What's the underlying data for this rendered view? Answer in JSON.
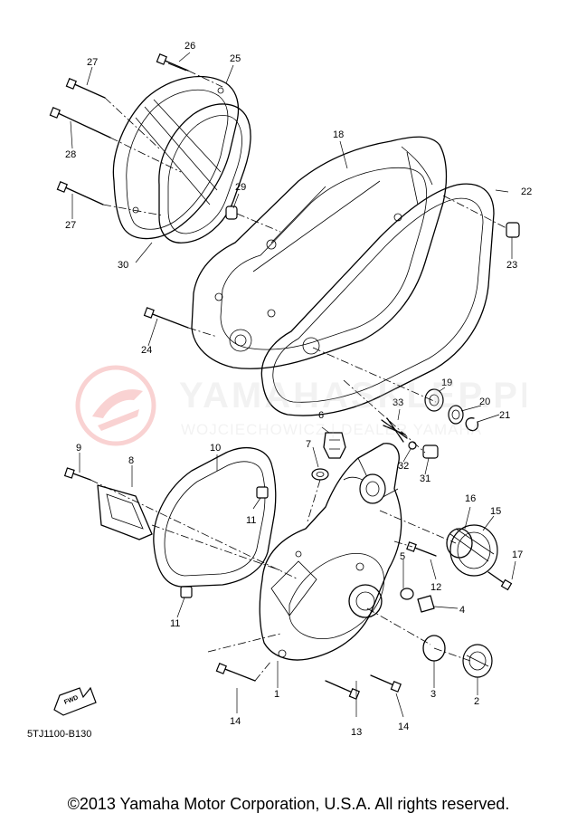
{
  "diagram": {
    "part_labels": [
      {
        "id": "p1",
        "text": "1"
      },
      {
        "id": "p2",
        "text": "2"
      },
      {
        "id": "p3",
        "text": "3"
      },
      {
        "id": "p4",
        "text": "4"
      },
      {
        "id": "p5",
        "text": "5"
      },
      {
        "id": "p6",
        "text": "6"
      },
      {
        "id": "p7",
        "text": "7"
      },
      {
        "id": "p8",
        "text": "8"
      },
      {
        "id": "p9",
        "text": "9"
      },
      {
        "id": "p10",
        "text": "10"
      },
      {
        "id": "p11a",
        "text": "11"
      },
      {
        "id": "p11b",
        "text": "11"
      },
      {
        "id": "p12",
        "text": "12"
      },
      {
        "id": "p13",
        "text": "13"
      },
      {
        "id": "p14a",
        "text": "14"
      },
      {
        "id": "p14b",
        "text": "14"
      },
      {
        "id": "p15",
        "text": "15"
      },
      {
        "id": "p16",
        "text": "16"
      },
      {
        "id": "p17",
        "text": "17"
      },
      {
        "id": "p18",
        "text": "18"
      },
      {
        "id": "p19",
        "text": "19"
      },
      {
        "id": "p20",
        "text": "20"
      },
      {
        "id": "p21",
        "text": "21"
      },
      {
        "id": "p22",
        "text": "22"
      },
      {
        "id": "p23",
        "text": "23"
      },
      {
        "id": "p24",
        "text": "24"
      },
      {
        "id": "p25",
        "text": "25"
      },
      {
        "id": "p26",
        "text": "26"
      },
      {
        "id": "p27a",
        "text": "27"
      },
      {
        "id": "p27b",
        "text": "27"
      },
      {
        "id": "p28",
        "text": "28"
      },
      {
        "id": "p29",
        "text": "29"
      },
      {
        "id": "p30",
        "text": "30"
      },
      {
        "id": "p31",
        "text": "31"
      },
      {
        "id": "p32",
        "text": "32"
      },
      {
        "id": "p33",
        "text": "33"
      }
    ],
    "diagram_code": "5TJ1100-B130",
    "fwd_badge": "FWD"
  },
  "watermark": {
    "title": "YAMAHASKLEP.PL",
    "subtitle": "WOJCIECHOWICZ | DEALER YAMAHA"
  },
  "footer": {
    "copyright": "©2013 Yamaha Motor Corporation, U.S.A. All rights reserved."
  }
}
